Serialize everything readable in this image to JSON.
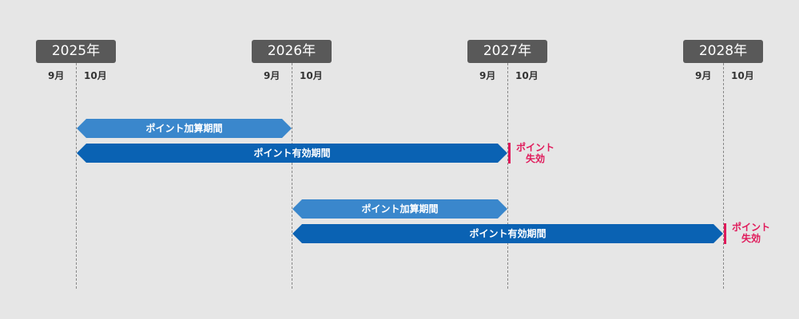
{
  "years": [
    {
      "label": "2025年",
      "month_before": "9月",
      "month_after": "10月"
    },
    {
      "label": "2026年",
      "month_before": "9月",
      "month_after": "10月"
    },
    {
      "label": "2027年",
      "month_before": "9月",
      "month_after": "10月"
    },
    {
      "label": "2028年",
      "month_before": "9月",
      "month_after": "10月"
    }
  ],
  "cycles": [
    {
      "add_period": "ポイント加算期間",
      "valid_period": "ポイント有効期間",
      "expire": [
        "ポイント",
        "失効"
      ]
    },
    {
      "add_period": "ポイント加算期間",
      "valid_period": "ポイント有効期間",
      "expire": [
        "ポイント",
        "失効"
      ]
    }
  ],
  "colors": {
    "add": "#3a87cc",
    "valid": "#0a62b3",
    "expire": "#e0195a",
    "year_badge": "#595959"
  }
}
